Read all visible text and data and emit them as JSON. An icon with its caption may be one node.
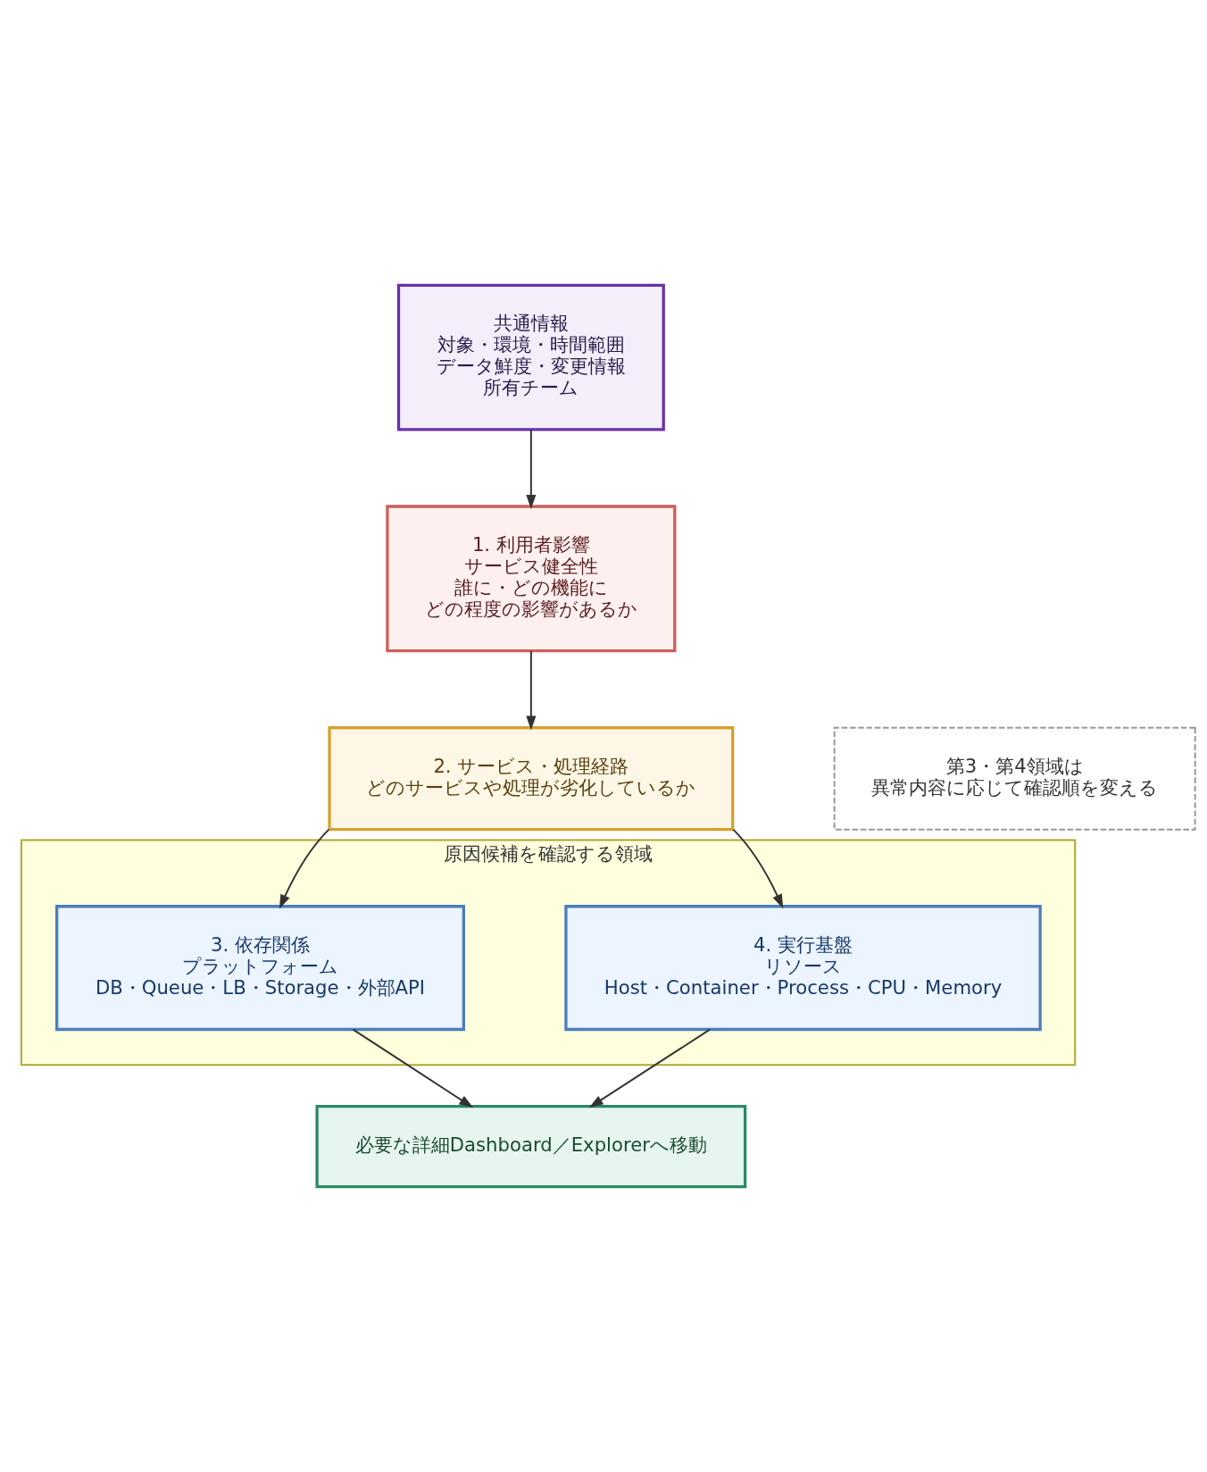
{
  "diagram": {
    "nodes": [
      {
        "text": [
          "共通情報",
          "対象・環境・時間範囲",
          "データ鮮度・変更情報",
          "所有チーム"
        ]
      },
      {
        "text": [
          "1. 利用者影響",
          "サービス健全性",
          "誰に・どの機能に",
          "どの程度の影響があるか"
        ]
      },
      {
        "text": [
          "2. サービス・処理経路",
          "どのサービスや処理が劣化しているか"
        ]
      },
      {
        "text": [
          "第3・第4領域は",
          "異常内容に応じて確認順を変える"
        ]
      },
      {
        "text": [
          "原因候補を確認する領域"
        ]
      },
      {
        "text": [
          "3. 依存関係",
          "プラットフォーム",
          "DB・Queue・LB・Storage・外部API"
        ],
        "in": 4
      },
      {
        "text": [
          "4. 実行基盤",
          "リソース",
          "Host・Container・Process・CPU・Memory"
        ],
        "in": 4
      },
      {
        "text": [
          "必要な詳細Dashboard／Explorerへ移動"
        ]
      }
    ],
    "edges": [
      {
        "from": 0,
        "to": 1,
        "arrow": "to"
      },
      {
        "from": 1,
        "to": 2,
        "arrow": "to"
      },
      {
        "from": 2,
        "to": 5,
        "arrow": "to"
      },
      {
        "from": 2,
        "to": 6,
        "arrow": "to"
      },
      {
        "from": 5,
        "to": 7,
        "arrow": "to"
      },
      {
        "from": 6,
        "to": 7,
        "arrow": "to"
      }
    ]
  }
}
